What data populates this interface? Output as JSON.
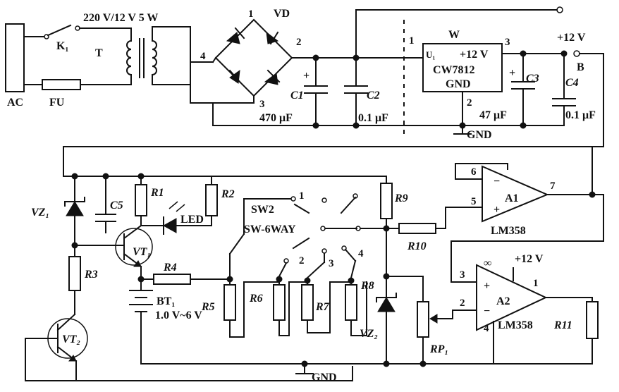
{
  "labels": {
    "ac": "AC",
    "k1": "K₁",
    "fu": "FU",
    "transformer_rating": "220 V/12 V 5 W",
    "transformer": "T",
    "bridge": "VD",
    "bridge_pin1": "1",
    "bridge_pin2": "2",
    "bridge_pin3": "3",
    "bridge_pin4": "4",
    "c1": "C1",
    "c1_value": "470 μF",
    "c2": "C2",
    "c2_value": "0.1 μF",
    "section_1": "1",
    "reg_w": "W",
    "reg_u1": "U₁",
    "reg_out": "+12 V",
    "reg_model": "CW7812",
    "reg_gnd": "GND",
    "reg_pin3": "3",
    "reg_pin2": "2",
    "gnd_top": "GND",
    "c3": "C3",
    "c3_value": "47 μF",
    "c4": "C4",
    "c4_value": "0.1 μF",
    "plus12_top": "+12 V",
    "node_b": "B",
    "vz1": "VZ₁",
    "c5": "C5",
    "r1": "R1",
    "led": "LED",
    "r2": "R2",
    "vt1": "VT₁",
    "r3": "R3",
    "r4": "R4",
    "vt2": "VT₂",
    "bt1": "BT₁",
    "bt1_range": "1.0 V~6 V",
    "r5": "R5",
    "sw2": "SW2",
    "sw2_type": "SW-6WAY",
    "sw_pos1": "1",
    "sw_pos2": "2",
    "sw_pos3": "3",
    "sw_pos4": "4",
    "r6": "R6",
    "r7": "R7",
    "r8": "R8",
    "r9": "R9",
    "r10": "R10",
    "vz2": "VZ₂",
    "rp1": "RP₁",
    "a1": "A1",
    "a1_model": "LM358",
    "a1_pin6": "6",
    "a1_pin5": "5",
    "a1_pin7": "7",
    "a2": "A2",
    "a2_model": "LM358",
    "a2_pin3": "3",
    "a2_pin2": "2",
    "a2_pin1": "1",
    "a2_pin4": "4",
    "a2_supply": "+12 V",
    "a2_inf": "∞",
    "r11": "R11",
    "gnd_bottom": "GND"
  }
}
